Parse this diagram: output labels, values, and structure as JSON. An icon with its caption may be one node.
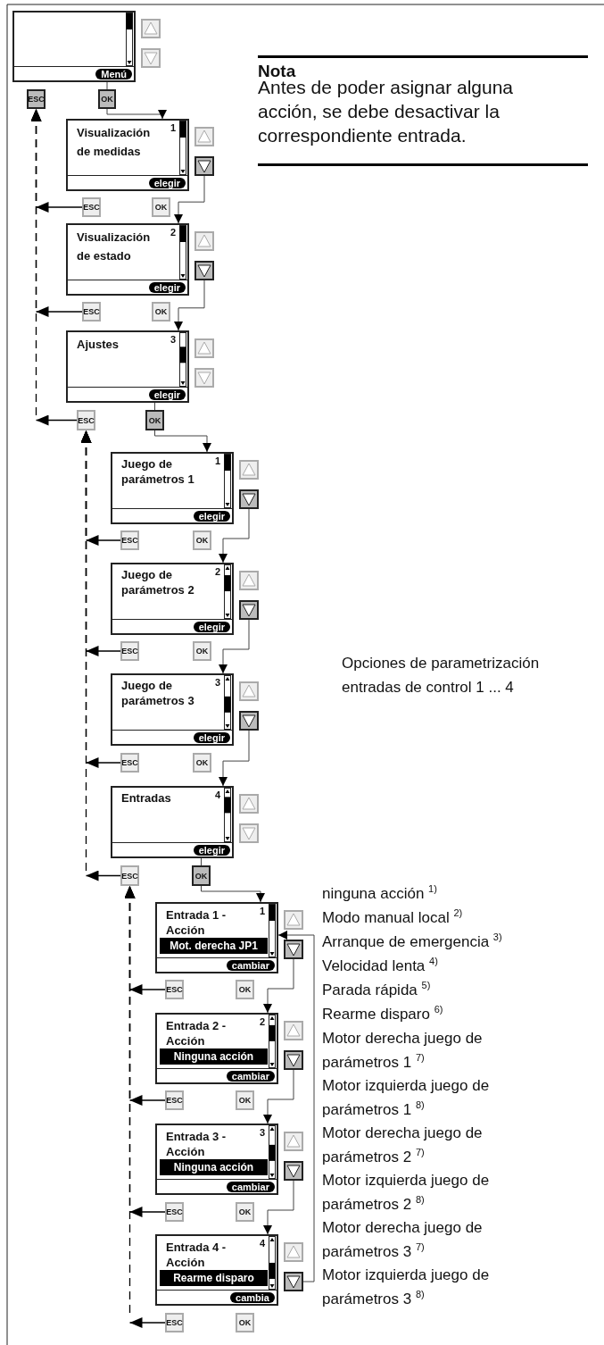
{
  "diagram": {
    "nodes": [
      {
        "text": [
          "Menú"
        ]
      },
      {
        "text": [
          "ESC"
        ]
      },
      {
        "text": [
          "OK"
        ]
      },
      {
        "text": [
          "Visualización de medidas",
          "1",
          "elegir"
        ]
      },
      {
        "text": [],
        "shape": "box"
      },
      {
        "text": [
          "ESC"
        ]
      },
      {
        "text": [
          "OK"
        ]
      },
      {
        "text": [
          "Visualización de estado",
          "2",
          "elegir"
        ]
      },
      {
        "text": [],
        "shape": "box"
      },
      {
        "text": [
          "ESC"
        ]
      },
      {
        "text": [
          "OK"
        ]
      },
      {
        "text": [
          "Ajustes",
          "3",
          "elegir"
        ]
      },
      {
        "text": [
          "ESC"
        ]
      },
      {
        "text": [
          "OK"
        ]
      },
      {
        "text": [
          "Juego de parámetros 1",
          "1",
          "elegir"
        ]
      },
      {
        "text": [],
        "shape": "box"
      },
      {
        "text": [
          "ESC"
        ]
      },
      {
        "text": [
          "OK"
        ]
      },
      {
        "text": [
          "Juego de parámetros 2",
          "2",
          "elegir"
        ]
      },
      {
        "text": [],
        "shape": "box"
      },
      {
        "text": [
          "ESC"
        ]
      },
      {
        "text": [
          "OK"
        ]
      },
      {
        "text": [
          "Juego de parámetros 3",
          "3",
          "elegir"
        ]
      },
      {
        "text": [],
        "shape": "box"
      },
      {
        "text": [
          "ESC"
        ]
      },
      {
        "text": [
          "OK"
        ]
      },
      {
        "text": [
          "Entradas",
          "4",
          "elegir"
        ]
      },
      {
        "text": [
          "ESC"
        ]
      },
      {
        "text": [
          "OK"
        ]
      },
      {
        "text": [
          "Entrada 1 - Acción",
          "1",
          "Mot. derecha JP1",
          "cambiar"
        ]
      },
      {
        "text": [],
        "shape": "box"
      },
      {
        "text": [
          "ESC"
        ]
      },
      {
        "text": [
          "OK"
        ]
      },
      {
        "text": [
          "Entrada 2 - Acción",
          "2",
          "Ninguna acción",
          "cambiar"
        ]
      },
      {
        "text": [],
        "shape": "box"
      },
      {
        "text": [
          "ESC"
        ]
      },
      {
        "text": [
          "OK"
        ]
      },
      {
        "text": [
          "Entrada 3 - Acción",
          "3",
          "Ninguna acción",
          "cambiar"
        ]
      },
      {
        "text": [],
        "shape": "box"
      },
      {
        "text": [
          "ESC"
        ]
      },
      {
        "text": [
          "OK"
        ]
      },
      {
        "text": [
          "Entrada 4 - Acción",
          "4",
          "Rearme disparo",
          "cambia"
        ]
      },
      {
        "text": [],
        "shape": "box"
      },
      {
        "text": [
          "ESC"
        ]
      },
      {
        "text": [
          "OK"
        ]
      }
    ],
    "edges": [
      {
        "from": 0,
        "to": 2,
        "arrow": "none"
      },
      {
        "from": 2,
        "to": 3,
        "arrow": "to"
      },
      {
        "from": 4,
        "to": 7,
        "arrow": "to"
      },
      {
        "from": 8,
        "to": 11,
        "arrow": "to"
      },
      {
        "from": 11,
        "to": 13,
        "arrow": "none"
      },
      {
        "from": 13,
        "to": 14,
        "arrow": "to"
      },
      {
        "from": 15,
        "to": 18,
        "arrow": "to"
      },
      {
        "from": 19,
        "to": 22,
        "arrow": "to"
      },
      {
        "from": 23,
        "to": 26,
        "arrow": "to"
      },
      {
        "from": 26,
        "to": 28,
        "arrow": "none"
      },
      {
        "from": 28,
        "to": 29,
        "arrow": "to"
      },
      {
        "from": 30,
        "to": 33,
        "arrow": "to"
      },
      {
        "from": 34,
        "to": 37,
        "arrow": "to"
      },
      {
        "from": 38,
        "to": 41,
        "arrow": "to"
      },
      {
        "from": 42,
        "to": 29,
        "arrow": "to"
      },
      {
        "from": 5,
        "to": 1,
        "arrow": "to",
        "style": "dashed"
      },
      {
        "from": 9,
        "to": 1,
        "arrow": "to",
        "style": "dashed"
      },
      {
        "from": 12,
        "to": 1,
        "arrow": "to",
        "style": "dashed"
      },
      {
        "from": 16,
        "to": 12,
        "arrow": "to",
        "style": "dashed"
      },
      {
        "from": 20,
        "to": 12,
        "arrow": "to",
        "style": "dashed"
      },
      {
        "from": 24,
        "to": 12,
        "arrow": "to",
        "style": "dashed"
      },
      {
        "from": 27,
        "to": 12,
        "arrow": "to",
        "style": "dashed"
      },
      {
        "from": 31,
        "to": 27,
        "arrow": "to",
        "style": "dashed"
      },
      {
        "from": 35,
        "to": 27,
        "arrow": "to",
        "style": "dashed"
      },
      {
        "from": 39,
        "to": 27,
        "arrow": "to",
        "style": "dashed"
      },
      {
        "from": 43,
        "to": 27,
        "arrow": "to",
        "style": "dashed"
      }
    ],
    "labels": [
      "Nota",
      "Antes de poder asignar alguna acción, se debe desactivar la correspondiente entrada.",
      "Opciones de parametrización entradas de control 1 ... 4",
      "ninguna acción $^{1)}$",
      "Modo manual local $^{2)}$",
      "Arranque de emergencia $^{3)}$",
      "Velocidad lenta $^{4)}$",
      "Parada rápida $^{5)}$",
      "Rearme disparo $^{6)}$",
      "Motor derecha juego de parámetros 1 $^{7)}$",
      "Motor izquierda juego de parámetros 1 $^{8)}$",
      "Motor derecha juego de parámetros 2 $^{7)}$",
      "Motor izquierda juego de parámetros 2 $^{8)}$",
      "Motor derecha juego de parámetros 3 $^{7)}$",
      "Motor izquierda juego de parámetros 3 $^{8)}$"
    ]
  }
}
